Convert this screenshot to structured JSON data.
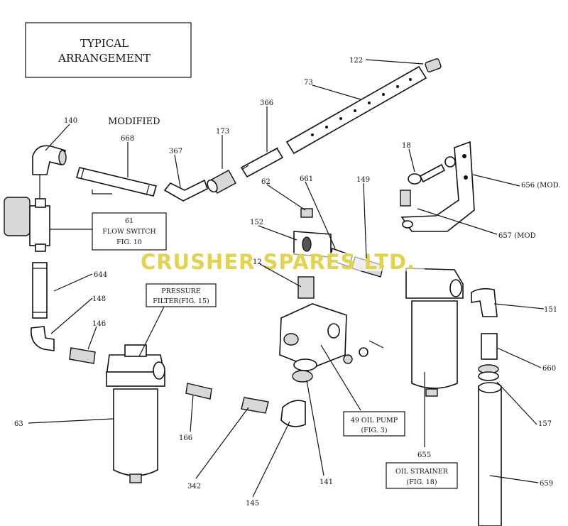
{
  "title_box": {
    "line1": "TYPICAL",
    "line2": "ARRANGEMENT"
  },
  "modified_label": "MODIFIED",
  "watermark": "CRUSHER SPARES LTD.",
  "callout_boxes": {
    "flow_switch": {
      "line1": "61",
      "line2": "FLOW SWITCH",
      "line3": "FIG. 10"
    },
    "pressure_filter": {
      "line1": "PRESSURE",
      "line2": "FILTER(FIG. 15)"
    },
    "oil_pump": {
      "line1": "49 OIL PUMP",
      "line2": "(FIG. 3)"
    },
    "oil_strainer": {
      "line1": "OIL STRAINER",
      "line2": "(FIG. 18)"
    }
  },
  "labels": {
    "p122": "122",
    "p73": "73",
    "p366": "366",
    "p173": "173",
    "p367": "367",
    "p668": "668",
    "p140": "140",
    "p18": "18",
    "p656": "656 (MOD.",
    "p657": "657 (MOD",
    "p62": "62",
    "p661": "661",
    "p149": "149",
    "p152": "152",
    "p12": "12",
    "p644": "644",
    "p148": "148",
    "p146": "146",
    "p151": "151",
    "p660": "660",
    "p157": "157",
    "p655": "655",
    "p659": "659",
    "p63": "63",
    "p166": "166",
    "p342": "342",
    "p145": "145",
    "p141": "141"
  },
  "colors": {
    "ink": "#111111",
    "watermark": "#e3d24b",
    "paper": "#ffffff"
  }
}
